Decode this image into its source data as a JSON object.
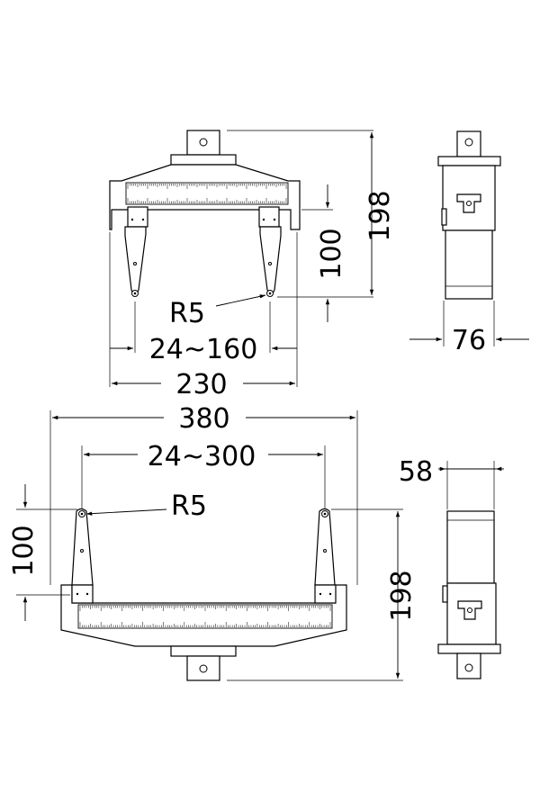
{
  "dimensions": {
    "small_height_overall": "198",
    "small_height_jaw": "100",
    "small_radius": "R5",
    "small_range": "24~160",
    "small_width": "230",
    "small_depth": "76",
    "large_width": "380",
    "large_range": "24~300",
    "large_radius": "R5",
    "large_height_jaw": "100",
    "large_height_overall": "198",
    "large_depth": "58"
  }
}
